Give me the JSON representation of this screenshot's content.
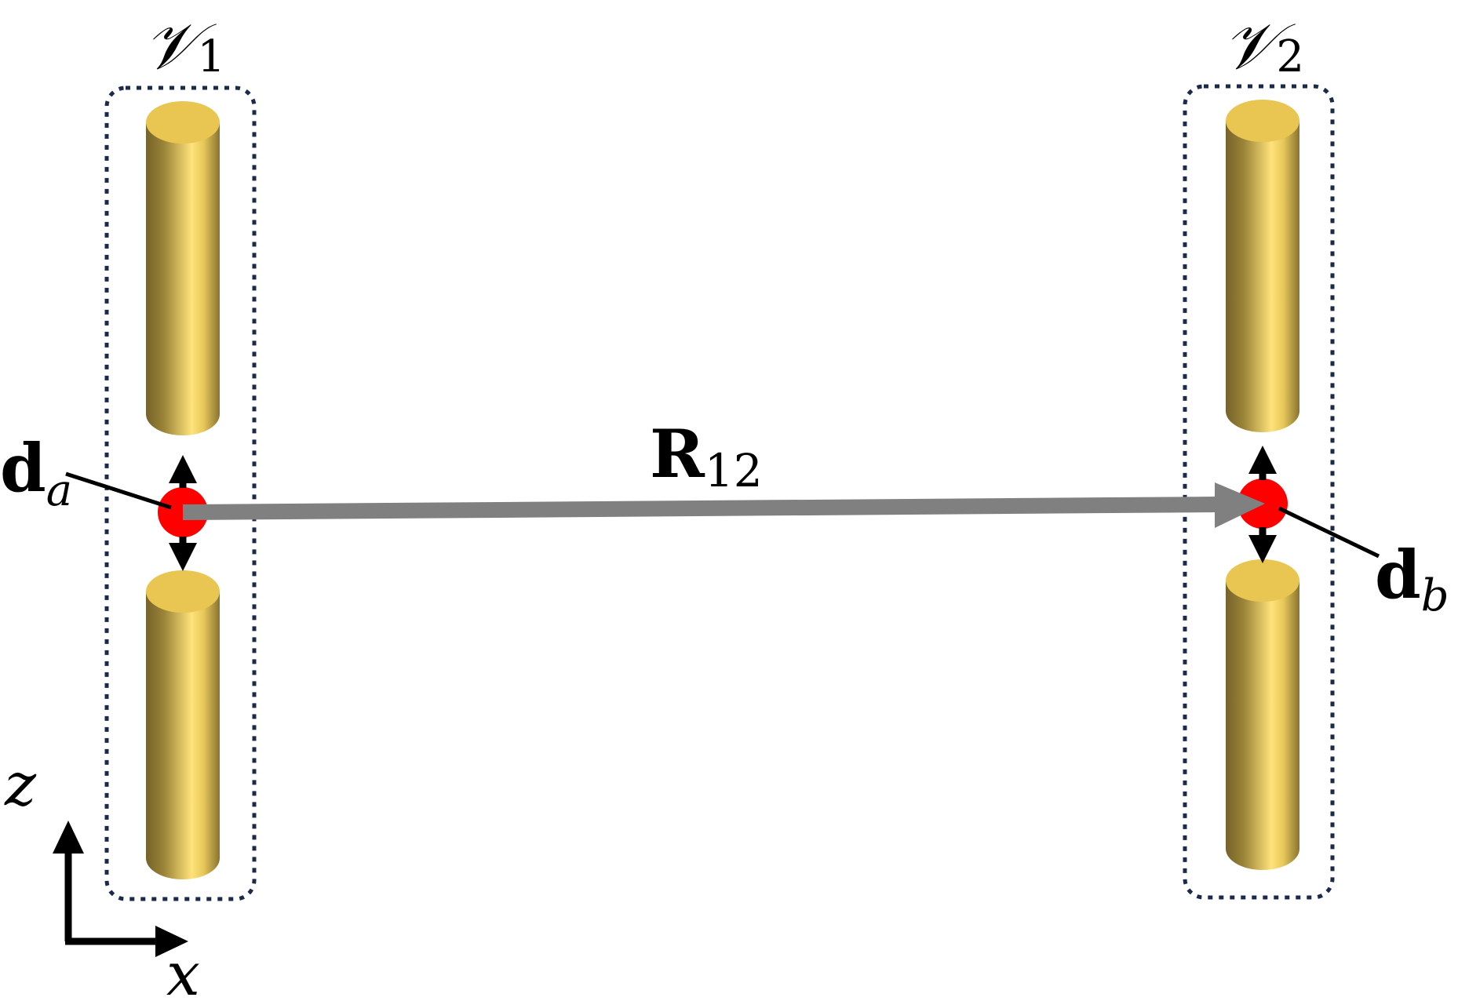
{
  "volumes": {
    "v1": {
      "symbol": "𝒱",
      "sub": "1"
    },
    "v2": {
      "symbol": "𝒱",
      "sub": "2"
    }
  },
  "vector": {
    "symbol": "R",
    "sub": "12"
  },
  "dipoles": {
    "a": {
      "symbol": "d",
      "sub": "a"
    },
    "b": {
      "symbol": "d",
      "sub": "b"
    }
  },
  "axes": {
    "z": "z",
    "x": "x"
  },
  "colors": {
    "dipole": "#ff0000",
    "arrow": "#808080",
    "box": "#1c2a4a",
    "gold_top": "#e9c651",
    "gold_light": "#ffe27a",
    "gold_dark": "#75622c"
  }
}
